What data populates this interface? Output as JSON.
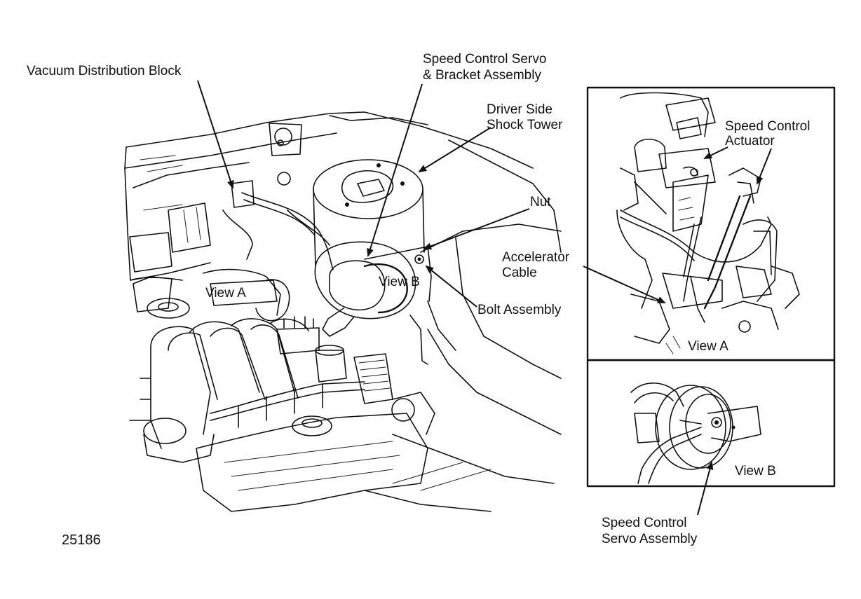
{
  "labels": {
    "vacuum_block": "Vacuum Distribution Block",
    "servo_bracket_l1": "Speed Control Servo",
    "servo_bracket_l2": "& Bracket Assembly",
    "shock_tower_l1": "Driver Side",
    "shock_tower_l2": "Shock Tower",
    "nut": "Nut",
    "accel_l1": "Accelerator",
    "accel_l2": "Cable",
    "bolt": "Bolt Assembly",
    "actuator_l1": "Speed Control",
    "actuator_l2": "Actuator",
    "view_a_main": "View A",
    "view_b_main": "View B",
    "view_a_inset": "View A",
    "view_b_inset": "View B",
    "servo_assembly_l1": "Speed Control",
    "servo_assembly_l2": "Servo Assembly",
    "figure_number": "25186"
  },
  "colors": {
    "ink": "#111111",
    "paper": "#ffffff"
  }
}
